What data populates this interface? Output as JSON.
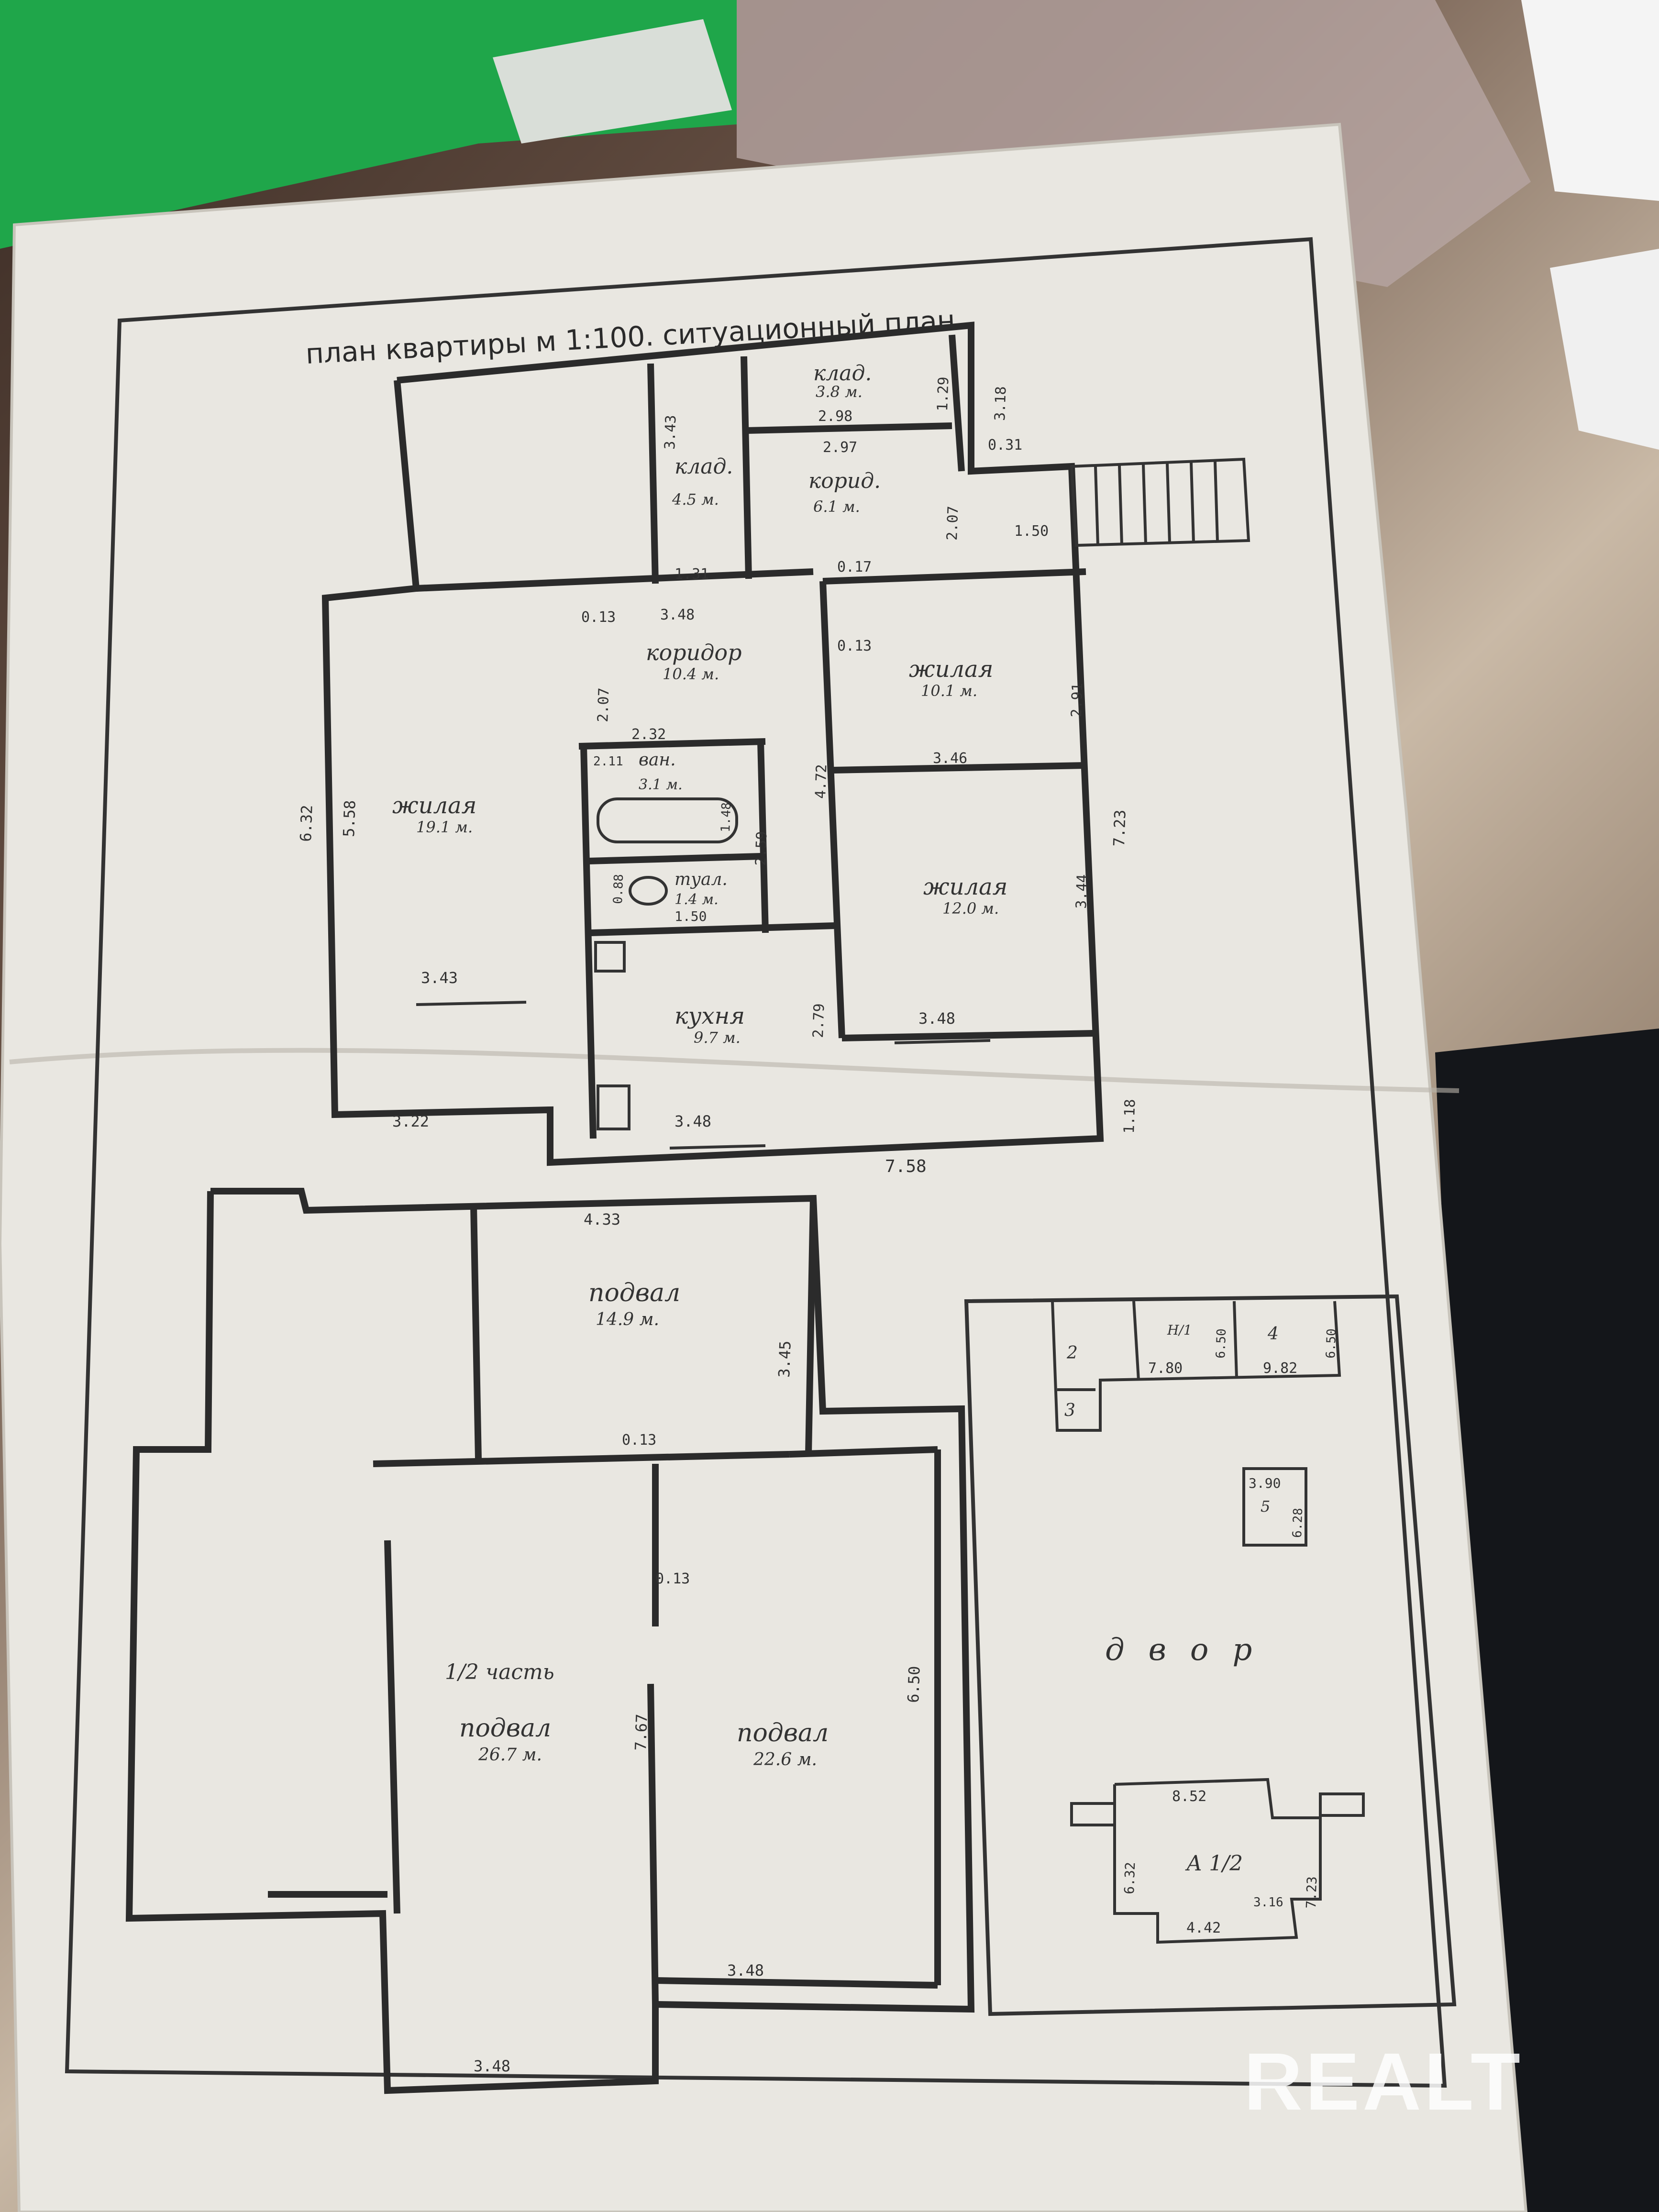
{
  "colors": {
    "green_folder": "#1fa64a",
    "paper": "#e9e7e1",
    "ink": "#2b2b2b",
    "watermark": "#ffffff"
  },
  "sheet": {
    "title": "план квартиры м 1:100. ситуационный план"
  },
  "rooms": {
    "klad1": "клад.",
    "klad1_area": "3.8 м.",
    "klad2": "клад.",
    "klad2_area": "4.5 м.",
    "korid": "корид.",
    "korid_area": "6.1 м.",
    "koridor": "коридор",
    "koridor_area": "10.4 м.",
    "zhil1": "жилая",
    "zhil1_area": "19.1 м.",
    "zhil2": "жилая",
    "zhil2_area": "10.1 м.",
    "zhil3": "жилая",
    "zhil3_area": "12.0 м.",
    "van": "ван.",
    "van_area": "3.1 м.",
    "tual": "туал.",
    "tual_area": "1.4 м.",
    "kuhnya": "кухня",
    "kuhnya_area": "9.7 м.",
    "podval1": "подвал",
    "podval1_area": "14.9 м.",
    "podval2": "подвал",
    "podval2_area": "26.7 м.",
    "podval3": "подвал",
    "podval3_area": "22.6 м.",
    "half_part": "1/2 часть",
    "dvor": "двор"
  },
  "dimensions": {
    "d_129": "1.29",
    "d_318": "3.18",
    "d_298": "2.98",
    "d_297": "2.97",
    "d_031": "0.31",
    "d_343a": "3.43",
    "d_207a": "2.07",
    "d_150a": "1.50",
    "d_131": "1.31",
    "d_017": "0.17",
    "d_013a": "0.13",
    "d_348a": "3.48",
    "d_013b": "0.13",
    "d_207b": "2.07",
    "d_291": "2.91",
    "d_232": "2.32",
    "d_211": "2.11",
    "d_148": "1.48",
    "d_472": "4.72",
    "d_346": "3.46",
    "d_632": "6.32",
    "d_558": "5.58",
    "d_259": "2.59",
    "d_723": "7.23",
    "d_088": "0.88",
    "d_150b": "1.50",
    "d_344": "3.44",
    "d_343b": "3.43",
    "d_279": "2.79",
    "d_348b": "3.48",
    "d_322": "3.22",
    "d_348c": "3.48",
    "d_118": "1.18",
    "d_758": "7.58",
    "d_433": "4.33",
    "d_345": "3.45",
    "d_013c": "0.13",
    "d_013d": "0.13",
    "d_767": "7.67",
    "d_650": "6.50",
    "d_348d": "3.48",
    "d_348e": "3.48"
  },
  "site_plan": {
    "b2": "2",
    "b3": "3",
    "b4": "4",
    "b5": "5",
    "b_nd": "Н/1",
    "d_780": "7.80",
    "d_982": "9.82",
    "d_650a": "6.50",
    "d_650b": "6.50",
    "d_390": "3.90",
    "d_628": "6.28",
    "d_852": "8.52",
    "d_632": "6.32",
    "d_442": "4.42",
    "d_316": "3.16",
    "d_723": "7.23",
    "main_label": "А 1/2"
  },
  "watermark": {
    "text": "REALT"
  }
}
